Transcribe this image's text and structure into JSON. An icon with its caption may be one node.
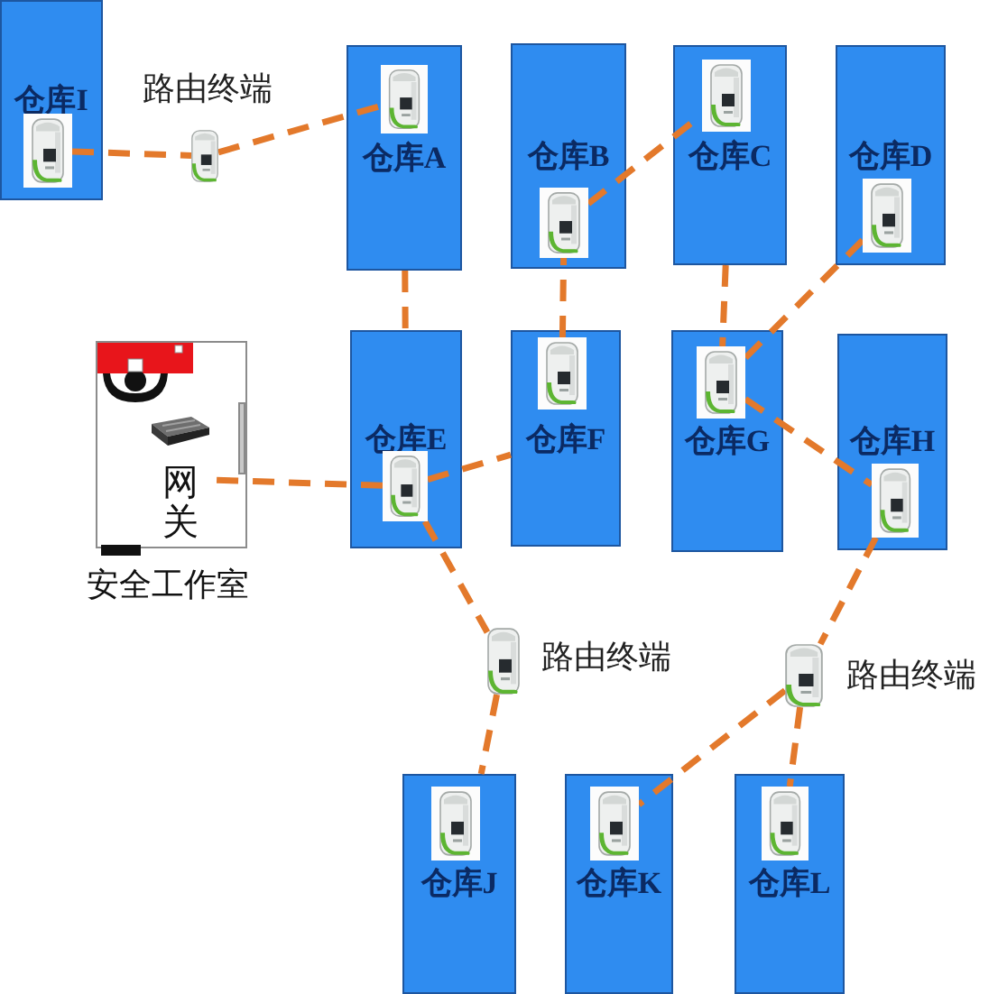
{
  "diagram": {
    "nodes": [
      {
        "text": [
          "仓库I"
        ]
      },
      {
        "text": [],
        "shape": "picture",
        "in": 0
      },
      {
        "text": [],
        "shape": "picture",
        "beside": [
          "路由终端"
        ]
      },
      {
        "text": [
          "仓库A"
        ]
      },
      {
        "text": [],
        "shape": "picture",
        "in": 3
      },
      {
        "text": [
          "仓库B"
        ]
      },
      {
        "text": [],
        "shape": "picture",
        "in": 5
      },
      {
        "text": [
          "仓库C"
        ]
      },
      {
        "text": [],
        "shape": "picture",
        "in": 7
      },
      {
        "text": [
          "仓库D"
        ]
      },
      {
        "text": [],
        "shape": "picture",
        "in": 9
      },
      {
        "text": [
          "安全工作室"
        ]
      },
      {
        "text": [
          "网关"
        ],
        "in": 11
      },
      {
        "text": [
          "仓库E"
        ]
      },
      {
        "text": [],
        "shape": "picture",
        "in": 13
      },
      {
        "text": [
          "仓库F"
        ]
      },
      {
        "text": [],
        "shape": "picture",
        "in": 15
      },
      {
        "text": [
          "仓库G"
        ]
      },
      {
        "text": [],
        "shape": "picture",
        "in": 17
      },
      {
        "text": [
          "仓库H"
        ]
      },
      {
        "text": [],
        "shape": "picture",
        "in": 19
      },
      {
        "text": [],
        "shape": "picture",
        "beside": [
          "路由终端"
        ]
      },
      {
        "text": [],
        "shape": "picture",
        "beside": [
          "路由终端"
        ]
      },
      {
        "text": [
          "仓库J"
        ]
      },
      {
        "text": [],
        "shape": "picture",
        "in": 23
      },
      {
        "text": [
          "仓库K"
        ]
      },
      {
        "text": [],
        "shape": "picture",
        "in": 25
      },
      {
        "text": [
          "仓库L"
        ]
      },
      {
        "text": [],
        "shape": "picture",
        "in": 27
      }
    ],
    "edges": [
      {
        "from": 1,
        "to": 2,
        "arrow": "none"
      },
      {
        "from": 2,
        "to": 4,
        "arrow": "none"
      },
      {
        "from": 3,
        "to": 13,
        "arrow": "none"
      },
      {
        "from": 6,
        "to": 8,
        "arrow": "none"
      },
      {
        "from": 16,
        "to": 6,
        "arrow": "none"
      },
      {
        "from": 7,
        "to": 18,
        "arrow": "none"
      },
      {
        "from": 10,
        "to": 18,
        "arrow": "none"
      },
      {
        "from": 14,
        "to": 12,
        "arrow": "none"
      },
      {
        "from": 14,
        "to": 15,
        "arrow": "none"
      },
      {
        "from": 18,
        "to": 20,
        "arrow": "none"
      },
      {
        "from": 14,
        "to": 21,
        "arrow": "none"
      },
      {
        "from": 20,
        "to": 22,
        "arrow": "none"
      },
      {
        "from": 21,
        "to": 23,
        "arrow": "none"
      },
      {
        "from": 22,
        "to": 26,
        "arrow": "none"
      },
      {
        "from": 22,
        "to": 28,
        "arrow": "none"
      }
    ]
  }
}
